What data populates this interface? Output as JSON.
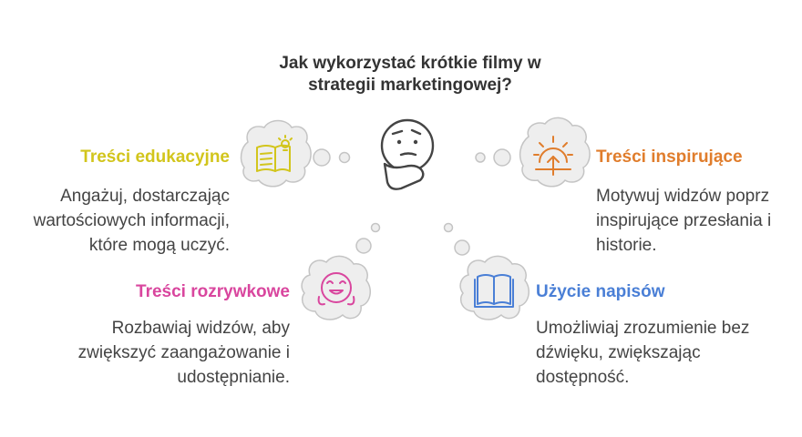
{
  "title_lines": [
    "Jak wykorzystać krótkie filmy w",
    "strategii marketingowej?"
  ],
  "colors": {
    "educational": "#d2c51c",
    "inspiring": "#e07d2c",
    "entertaining": "#d9469e",
    "subtitles": "#4a7fd6",
    "bubble_fill": "#eeeeee",
    "bubble_stroke": "#c4c4c4",
    "icon_stroke": "#444444"
  },
  "items": {
    "educational": {
      "title": "Treści edukacyjne",
      "desc": [
        "Angażuj, dostarczając",
        "wartościowych informacji,",
        "które mogą uczyć."
      ],
      "icon": "book-lightbulb-icon"
    },
    "inspiring": {
      "title": "Treści inspirujące",
      "desc": [
        "Motywuj widzów poprz",
        "inspirujące przesłania i",
        "historie."
      ],
      "icon": "sunrise-icon"
    },
    "entertaining": {
      "title": "Treści rozrywkowe",
      "desc": [
        "Rozbawiaj widzów, aby",
        "zwiększyć zaangażowanie i",
        "udostępnianie."
      ],
      "icon": "laughing-face-icon"
    },
    "subtitles": {
      "title": "Użycie napisów",
      "desc": [
        "Umożliwiaj zrozumienie bez",
        "dźwięku, zwiększając",
        "dostępność."
      ],
      "icon": "open-book-icon"
    }
  },
  "center_icon": "thinking-face-icon"
}
